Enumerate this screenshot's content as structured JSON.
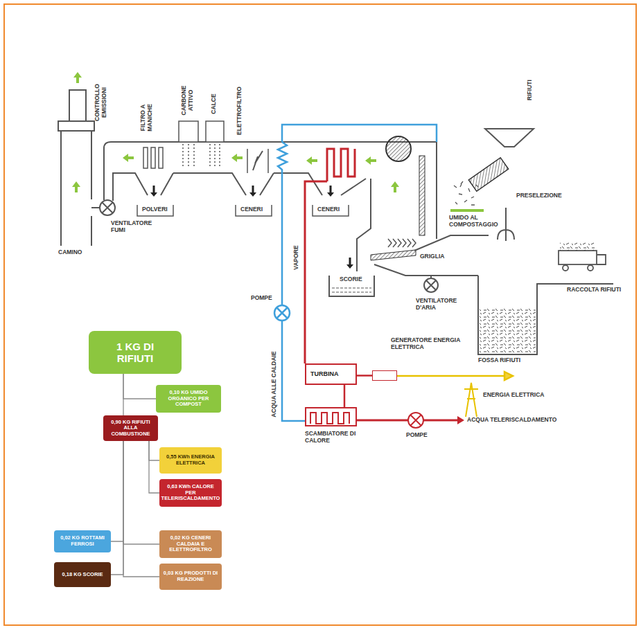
{
  "diagram": {
    "nodes": [
      {
        "text": [
          "1 KG DI RIFIUTI"
        ]
      },
      {
        "text": [
          "0,10 KG UMIDO ORGANICO PER COMPOST"
        ]
      },
      {
        "text": [
          "0,90 KG RIFIUTI ALLA COMBUSTIONE"
        ]
      },
      {
        "text": [
          "0,55 KWh ENERGIA ELETTRICA"
        ]
      },
      {
        "text": [
          "0,63 KWh CALORE PER TELERISCALDAMENTO"
        ]
      },
      {
        "text": [
          "0,02 KG ROTTAMI FERROSI"
        ]
      },
      {
        "text": [
          "0,02 KG CENERI CALDAIA E ELETTROFILTRO"
        ]
      },
      {
        "text": [
          "0,18 KG SCORIE"
        ]
      },
      {
        "text": [
          "0,03 KG PRODOTTI DI REAZIONE"
        ]
      },
      {
        "text": [
          "TURBINA"
        ]
      },
      {
        "text": [
          "GENERATORE ENERGIA ELETTRICA"
        ]
      },
      {
        "text": [
          "SCAMBIATORE DI CALORE"
        ]
      }
    ],
    "edges": [
      {
        "from": 0,
        "to": 1,
        "arrow": "none"
      },
      {
        "from": 0,
        "to": 2,
        "arrow": "none"
      },
      {
        "from": 2,
        "to": 3,
        "arrow": "none"
      },
      {
        "from": 2,
        "to": 4,
        "arrow": "none"
      },
      {
        "from": 2,
        "to": 5,
        "arrow": "none"
      },
      {
        "from": 2,
        "to": 6,
        "arrow": "none"
      },
      {
        "from": 2,
        "to": 7,
        "arrow": "none"
      },
      {
        "from": 2,
        "to": 8,
        "arrow": "none"
      },
      {
        "from": 9,
        "to": 10,
        "arrow": "none"
      },
      {
        "from": 9,
        "to": 11,
        "arrow": "none"
      }
    ],
    "labels": [
      "CONTROLLO EMISSIONI",
      "FILTRO A MANICHE",
      "CARBONE ATTIVO",
      "CALCE",
      "ELETTROFILTRO",
      "RIFIUTI",
      "PRESELEZIONE",
      "UMIDO AL COMPOSTAGGIO",
      "POLVERI",
      "CENERI",
      "CENERI",
      "VENTILATORE FUMI",
      "CAMINO",
      "GRIGLIA",
      "RACCOLTA RIFIUTI",
      "SCORIE",
      "VENTILATORE D'ARIA",
      "POMPE",
      "VAPORE",
      "FOSSA RIFIUTI",
      "ACQUA ALLE CALDAIE",
      "ENERGIA ELETTRICA",
      "POMPE",
      "ACQUA TELERISCALDAMENTO"
    ]
  }
}
